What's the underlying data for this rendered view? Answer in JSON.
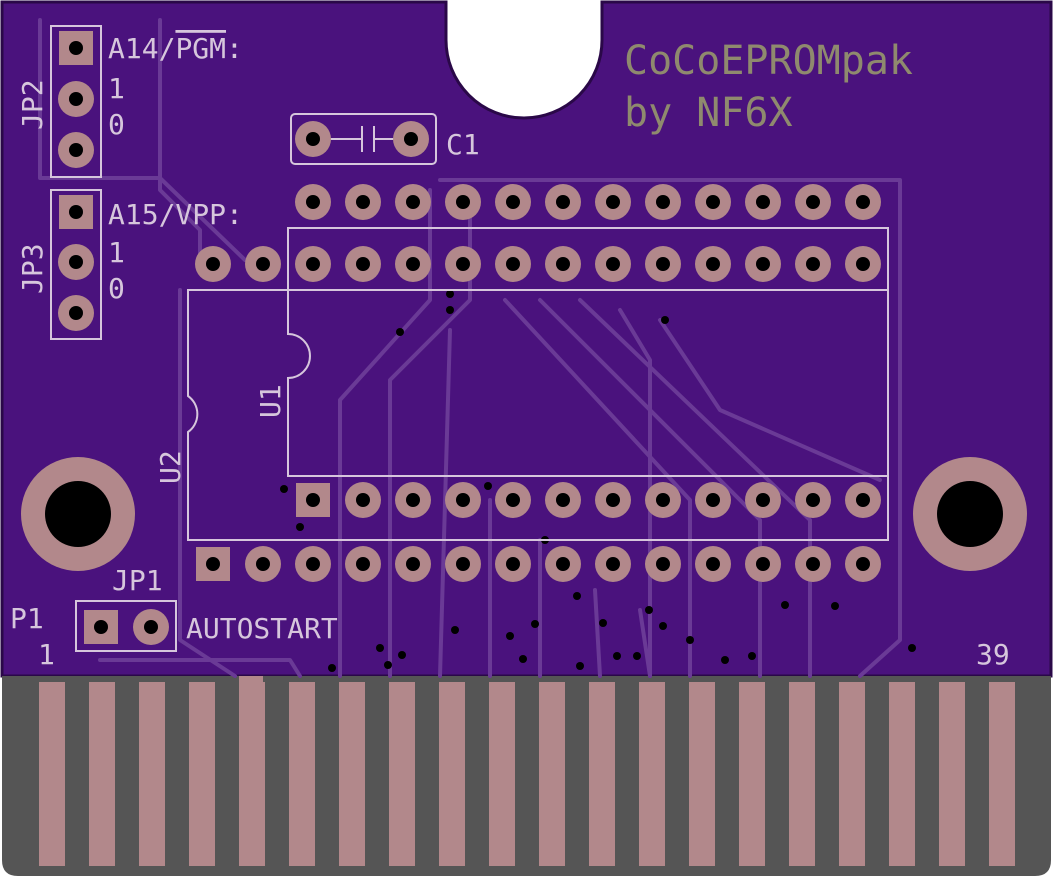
{
  "colors": {
    "board": "#4a127d",
    "board_outline": "#2a0848",
    "pad": "#b2888b",
    "hole": "#000000",
    "silk": "#d6c6dc",
    "trace": "#6a3a96",
    "edge_bg": "#555555",
    "logo": "#8f8a6e"
  },
  "logo": {
    "line1": "CoCoEPROMpak",
    "line2": "by NF6X"
  },
  "jp2": {
    "ref": "JP2",
    "func_a": "A14/",
    "func_b": "PGM",
    "func_c": ":",
    "opt1": "1",
    "opt0": "0"
  },
  "jp3": {
    "ref": "JP3",
    "func": "A15/VPP:",
    "opt1": "1",
    "opt0": "0"
  },
  "c1": {
    "ref": "C1"
  },
  "u1": {
    "ref": "U1"
  },
  "u2": {
    "ref": "U2"
  },
  "jp1": {
    "ref": "JP1",
    "label": "AUTOSTART"
  },
  "p1": {
    "ref": "P1",
    "pin_first": "1",
    "pin_last": "39"
  },
  "edge_connector": {
    "fingers": 20
  }
}
